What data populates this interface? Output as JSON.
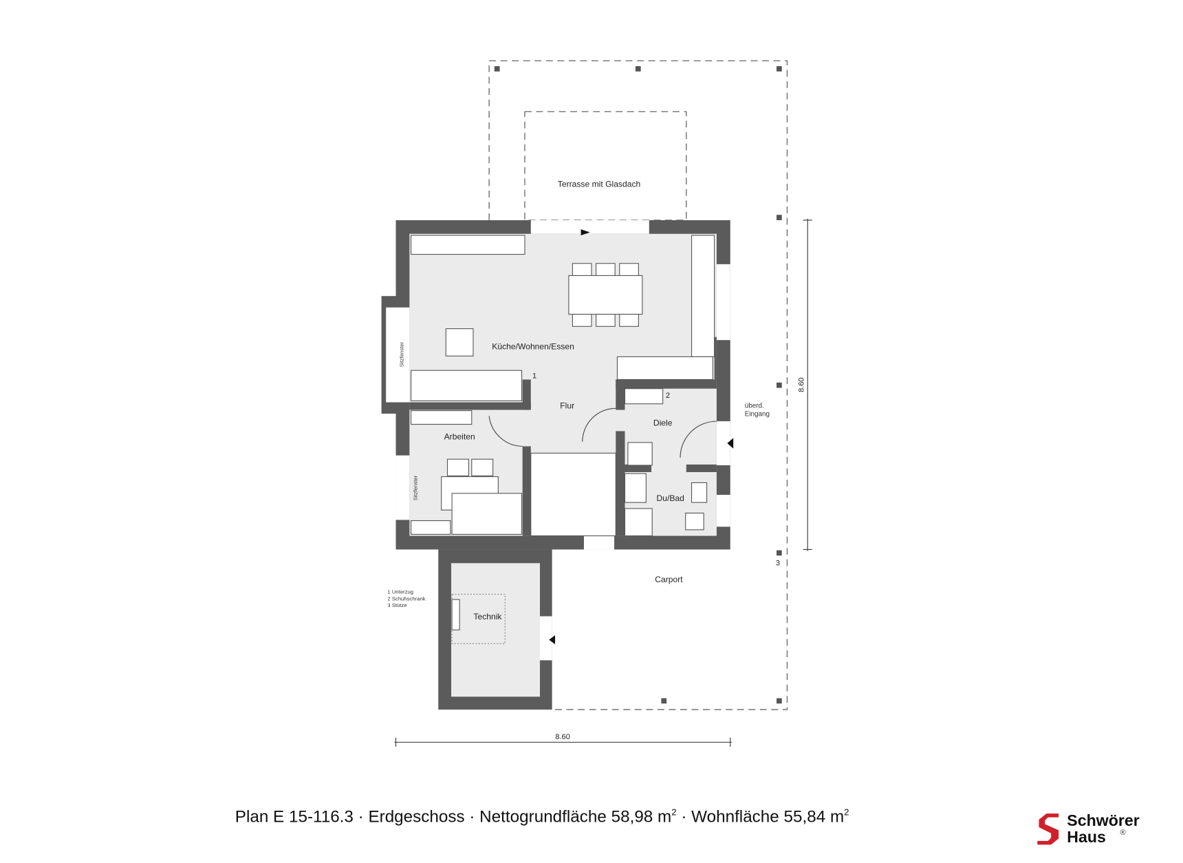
{
  "plan": {
    "rooms": {
      "kitchen_living": "Küche/Wohnen/Essen",
      "flur": "Flur",
      "diele": "Diele",
      "arbeiten": "Arbeiten",
      "bad": "Du/Bad",
      "technik": "Technik",
      "terrace": "Terrasse mit Glasdach",
      "carport": "Carport",
      "entrance_line1": "überd.",
      "entrance_line2": "Eingang"
    },
    "window_label": "Sitzfenster",
    "markers": {
      "m1": "1",
      "m2": "2",
      "m3": "3"
    },
    "legend": [
      "1 Unterzug",
      "2 Schuhschrank",
      "3 Stütze"
    ],
    "dimensions": {
      "width": "8.60",
      "depth": "8.60"
    }
  },
  "caption": {
    "text_a": "Plan E 15-116.3 · Erdgeschoss · Nettogrundfläche 58,98 m",
    "sup_a": "2",
    "text_b": " · Wohnfläche 55,84 m",
    "sup_b": "2"
  },
  "logo": {
    "line1": "Schwörer",
    "line2": "Haus",
    "mark": "®",
    "color": "#d0202a"
  }
}
